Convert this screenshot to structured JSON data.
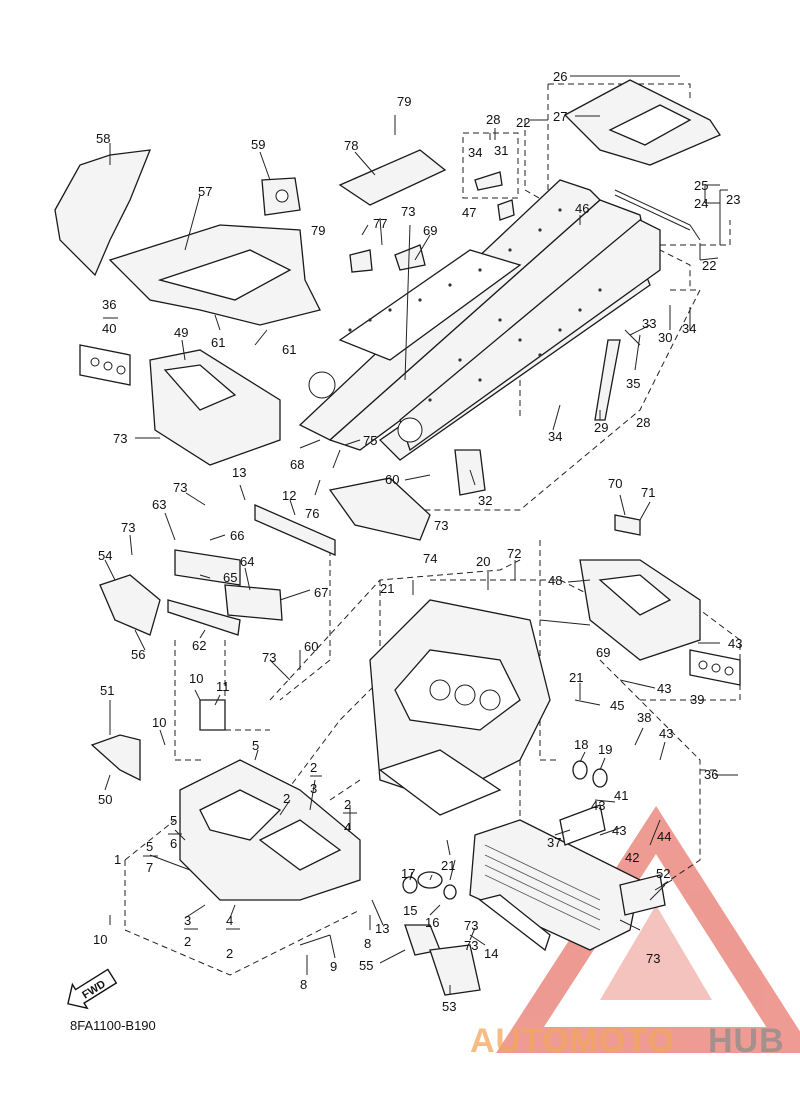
{
  "diagram": {
    "drawing_code": "8FA1100-B190",
    "direction_arrow": "FWD",
    "part_labels": {
      "1": "1",
      "2a": "2",
      "2b": "2",
      "2c": "2",
      "2d": "2",
      "3a": "3",
      "3b": "3",
      "4a": "4",
      "4b": "4",
      "5a": "5",
      "5b": "5",
      "5c": "5",
      "6": "6",
      "7": "7",
      "8a": "8",
      "8b": "8",
      "9": "9",
      "10a": "10",
      "10b": "10",
      "10c": "10",
      "11": "11",
      "12": "12",
      "13a": "13",
      "13b": "13",
      "14": "14",
      "15": "15",
      "16": "16",
      "17": "17",
      "18": "18",
      "19": "19",
      "20": "20",
      "21a": "21",
      "21b": "21",
      "21c": "21",
      "22a": "22",
      "22b": "22",
      "23": "23",
      "24": "24",
      "25": "25",
      "26": "26",
      "27": "27",
      "28a": "28",
      "28b": "28",
      "29": "29",
      "30": "30",
      "31": "31",
      "32": "32",
      "33": "33",
      "34a": "34",
      "34b": "34",
      "34c": "34",
      "35": "35",
      "36a": "36",
      "36b": "36",
      "37": "37",
      "38": "38",
      "39": "39",
      "40": "40",
      "41": "41",
      "42": "42",
      "43a": "43",
      "43b": "43",
      "43c": "43",
      "43d": "43",
      "43e": "43",
      "44": "44",
      "45": "45",
      "46": "46",
      "47": "47",
      "48": "48",
      "49": "49",
      "50": "50",
      "51": "51",
      "52": "52",
      "53": "53",
      "54": "54",
      "55": "55",
      "56": "56",
      "57": "57",
      "58": "58",
      "59": "59",
      "60a": "60",
      "60b": "60",
      "61a": "61",
      "61b": "61",
      "62": "62",
      "63": "63",
      "64": "64",
      "65": "65",
      "66": "66",
      "67": "67",
      "68": "68",
      "69a": "69",
      "69b": "69",
      "70": "70",
      "71": "71",
      "72": "72",
      "73a": "73",
      "73b": "73",
      "73c": "73",
      "73d": "73",
      "73e": "73",
      "73f": "73",
      "73g": "73",
      "73h": "73",
      "73i": "73",
      "74": "74",
      "75": "75",
      "76": "76",
      "77": "77",
      "78": "78",
      "79a": "79",
      "79b": "79"
    }
  },
  "watermark": {
    "brand_part1": "AUTOMOTO",
    "brand_part2": "HUB",
    "color_orange": "#f2a65a",
    "color_gray": "#8c8c8c",
    "color_triangle": "#e04a3a"
  }
}
